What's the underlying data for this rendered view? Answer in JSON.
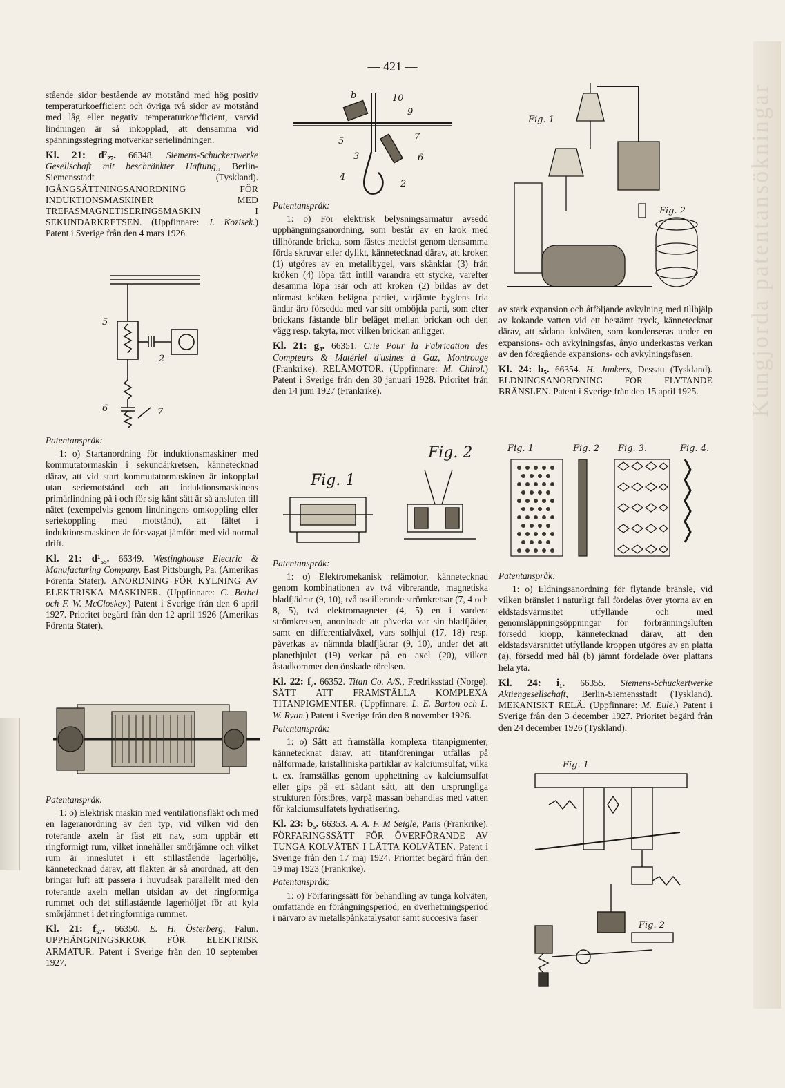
{
  "page": {
    "number": "— 421 —"
  },
  "watermark": "Kungjorda patentansökningar",
  "left": {
    "intro": "stående sidor bestående av motstånd med hög positiv temperaturkoefficient och övriga två sidor av motstånd med låg eller negativ temperaturkoefficient, varvid lindningen är så inkopplad, att densamma vid spänningsstegring motverkar serielindningen.",
    "e1_kl": "Kl. 21: d²₂₇.",
    "e1_num": "66348.",
    "e1_app": "Siemens-Schuckertwerke Gesellschaft mit beschränkter Haftung,,",
    "e1_place": "Berlin-Siemensstadt (Tyskland).",
    "e1_title": "IGÅNGSÄTTNINGSANORDNING FÖR INDUKTIONSMASKINER MED TREFASMAGNETISERINGSMASKIN I SEKUNDÄRKRETSEN.",
    "e1_inv_pre": "(Uppfinnare:",
    "e1_inv": "J. Kozisek.",
    "e1_inv_post": ")",
    "e1_patent": "Patent i Sverige från den 4 mars 1926.",
    "claim_head": "Patentanspråk:",
    "e1_claim": "1: o) Startanordning för induktionsmaskiner med kommutatormaskin i sekundärkretsen, kännetecknad därav, att vid start kommutatormaskinen är inkopplad utan seriemotstånd och att induktionsmaskinens primärlindning på i och för sig känt sätt är så ansluten till nätet (exempelvis genom lindningens omkoppling eller seriekoppling med motstånd), att fältet i induktionsmaskinen är försvagat jämfört med vid normal drift.",
    "e2_kl": "Kl. 21: d¹₅₅.",
    "e2_num": "66349.",
    "e2_app": "Westinghouse Electric & Manufacturing Company,",
    "e2_place": "East Pittsburgh, Pa. (Amerikas Förenta Stater).",
    "e2_title": "ANORDNING FÖR KYLNING AV ELEKTRISKA MASKINER.",
    "e2_inv_pre": "(Uppfinnare:",
    "e2_inv": "C. Bethel och F. W. McCloskey.",
    "e2_inv_post": ")",
    "e2_patent": "Patent i Sverige från den 6 april 1927. Prioritet begärd från den 12 april 1926 (Amerikas Förenta Stater).",
    "e2_claim": "1: o) Elektrisk maskin med ventilationsfläkt och med en lageranordning av den typ, vid vilken vid den roterande axeln är fäst ett nav, som uppbär ett ringformigt rum, vilket innehåller smörjämne och vilket rum är inneslutet i ett stillastående lagerhölje, kännetecknad därav, att fläkten är så anordnad, att den bringar luft att passera i huvudsak parallellt med den roterande axeln mellan utsidan av det ringformiga rummet och det stillastående lagerhöljet för att kyla smörjämnet i det ringformiga rummet.",
    "e3_kl": "Kl. 21: f₅₇.",
    "e3_num": "66350.",
    "e3_app": "E. H. Österberg,",
    "e3_place": "Falun.",
    "e3_title": "UPPHÄNGNINGSKROK FÖR ELEKTRISK ARMATUR.",
    "e3_patent": "Patent i Sverige från den 10 september 1927."
  },
  "middle": {
    "claim_head": "Patentanspråk:",
    "e3_claim": "1: o) För elektrisk belysningsarmatur avsedd upphängningsanordning, som består av en krok med tillhörande bricka, som fästes medelst genom densamma förda skruvar eller dylikt, kännetecknad därav, att kroken (1) utgöres av en metallbygel, vars skänklar (3) från kröken (4) löpa tätt intill varandra ett stycke, varefter desamma löpa isär och att kroken (2) bildas av det närmast kröken belägna partiet, varjämte byglens fria ändar äro försedda med var sitt omböjda parti, som efter brickans fästande blir beläget mellan brickan och den vägg resp. takyta, mot vilken brickan anligger.",
    "e4_kl": "Kl. 21: g₄.",
    "e4_num": "66351.",
    "e4_app": "C:ie Pour la Fabrication des Compteurs & Matériel d'usines à Gaz, Montrouge",
    "e4_place": "(Frankrike).",
    "e4_title": "RELÄMOTOR.",
    "e4_inv_pre": "(Uppfinnare:",
    "e4_inv": "M. Chirol.",
    "e4_inv_post": ")",
    "e4_patent": "Patent i Sverige från den 30 januari 1928. Prioritet från den 14 juni 1927 (Frankrike).",
    "e4_claim": "1: o) Elektromekanisk relämotor, kännetecknad genom kombinationen av två vibrerande, magnetiska bladfjädrar (9, 10), två oscillerande strömkretsar (7, 4 och 8, 5), två elektromagneter (4, 5) en i vardera strömkretsen, anordnade att påverka var sin bladfjäder, samt en differentialväxel, vars solhjul (17, 18) resp. påverkas av nämnda bladfjädrar (9, 10), under det att planethjulet (19) verkar på en axel (20), vilken åstadkommer den önskade rörelsen.",
    "e5_kl": "Kl. 22: f₇.",
    "e5_num": "66352.",
    "e5_app": "Titan Co. A/S.,",
    "e5_place": "Fredriksstad (Norge).",
    "e5_title": "SÄTT ATT FRAMSTÄLLA KOMPLEXA TITANPIGMENTER.",
    "e5_inv_pre": "(Uppfinnare:",
    "e5_inv": "L. E. Barton och L. W. Ryan.",
    "e5_inv_post": ")",
    "e5_patent": "Patent i Sverige från den 8 november 1926.",
    "e5_claim": "1: o) Sätt att framställa komplexa titanpigmenter, kännetecknat därav, att titanföreningar utfällas på nålformade, kristalliniska partiklar av kalciumsulfat, vilka t. ex. framställas genom upphettning av kalciumsulfat eller gips på ett sådant sätt, att den ursprungliga strukturen förstöres, varpå massan behandlas med vatten för kalciumsulfatets hydratisering.",
    "e6_kl": "Kl. 23: b₅.",
    "e6_num": "66353.",
    "e6_app": "A. A. F. M Seigle,",
    "e6_place": "Paris (Frankrike).",
    "e6_title": "FÖRFARINGSSÄTT FÖR ÖVERFÖRANDE AV TUNGA KOLVÄTEN I LÄTTA KOLVÄTEN.",
    "e6_patent": "Patent i Sverige från den 17 maj 1924. Prioritet begärd från den 19 maj 1923 (Frankrike).",
    "e6_claim": "1: o) Förfaringssätt för behandling av tunga kolväten, omfattande en förångningsperiod, en överhettningsperiod i närvaro av metallspånkatalysator samt succesiva faser",
    "fig1_label": "Fig. 1",
    "fig2_label": "Fig. 2"
  },
  "right": {
    "e6_cont": "av stark expansion och åtföljande avkylning med tillhjälp av kokande vatten vid ett bestämt tryck, kännetecknat därav, att sådana kolväten, som kondenseras under en expansions- och avkylningsfas, ånyo underkastas verkan av den föregående expansions- och avkylningsfasen.",
    "e7_kl": "Kl. 24: b₅.",
    "e7_num": "66354.",
    "e7_app": "H. Junkers,",
    "e7_place": "Dessau (Tyskland).",
    "e7_title": "ELDNINGSANORDNING FÖR FLYTANDE BRÄNSLEN.",
    "e7_patent": "Patent i Sverige från den 15 april 1925.",
    "claim_head": "Patentanspråk:",
    "e7_claim": "1: o) Eldningsanordning för flytande bränsle, vid vilken bränslet i naturligt fall fördelas över ytorna av en eldstadsvärmsitet utfyllande och med genomsläppningsöppningar för förbränningsluften försedd kropp, kännetecknad därav, att den eldstadsvärsnittet utfyllande kroppen utgöres av en platta (a), försedd med hål (b) jämnt fördelade över plattans hela yta.",
    "e8_kl": "Kl. 24: i₁.",
    "e8_num": "66355.",
    "e8_app": "Siemens-Schuckertwerke Aktiengesellschaft,",
    "e8_place": "Berlin-Siemensstadt (Tyskland).",
    "e8_title": "MEKANISKT RELÄ.",
    "e8_inv_pre": "(Uppfinnare:",
    "e8_inv": "M. Eule.",
    "e8_inv_post": ")",
    "e8_patent": "Patent i Sverige från den 3 december 1927. Prioritet begärd från den 24 december 1926 (Tyskland).",
    "figA": "Fig. 1",
    "figB": "Fig. 2",
    "figC": "Fig. 3.",
    "figD": "Fig. 4.",
    "figE": "Fig. 1",
    "figF": "Fig. 2"
  }
}
